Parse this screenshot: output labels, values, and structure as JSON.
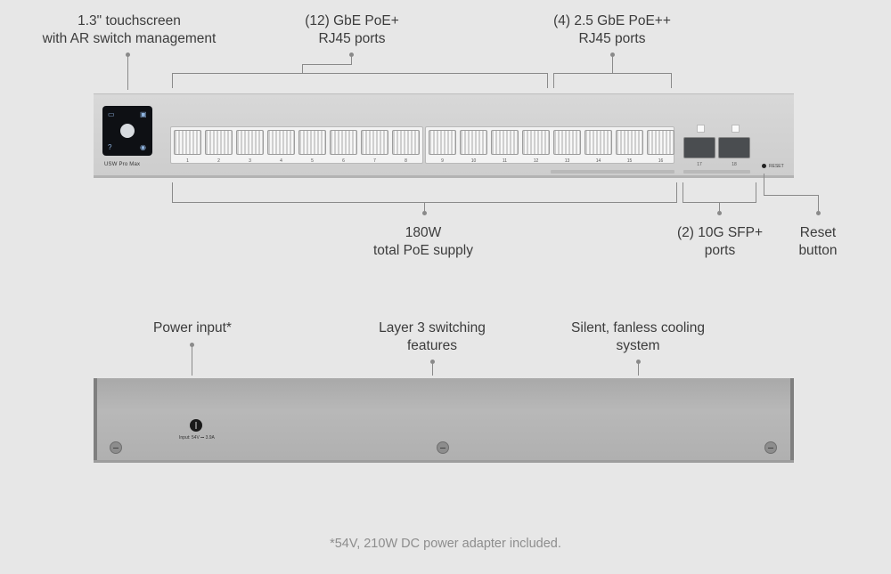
{
  "top_callouts": {
    "touchscreen": [
      "1.3\" touchscreen",
      "with AR switch management"
    ],
    "gbe_poe": [
      "(12) GbE PoE+",
      "RJ45 ports"
    ],
    "poe_plus_plus": [
      "(4) 2.5 GbE PoE++",
      "RJ45 ports"
    ]
  },
  "bottom_callouts": {
    "poe_supply": [
      "180W",
      "total PoE supply"
    ],
    "sfp": [
      "(2) 10G SFP+",
      "ports"
    ],
    "reset": [
      "Reset",
      "button"
    ]
  },
  "front_panel": {
    "model": "USW Pro Max",
    "ports": [
      "1",
      "2",
      "3",
      "4",
      "5",
      "6",
      "7",
      "8",
      "9",
      "10",
      "11",
      "12",
      "13",
      "14",
      "15",
      "16"
    ],
    "sfp_ports": [
      "17",
      "18"
    ],
    "reset_label": "RESET"
  },
  "back_callouts": {
    "power": "Power input*",
    "layer3": [
      "Layer 3 switching",
      "features"
    ],
    "cooling": [
      "Silent, fanless cooling",
      "system"
    ]
  },
  "back_panel": {
    "power_label": "Input: 54V ⎓ 3.9A"
  },
  "footnote": "*54V, 210W DC power adapter included."
}
